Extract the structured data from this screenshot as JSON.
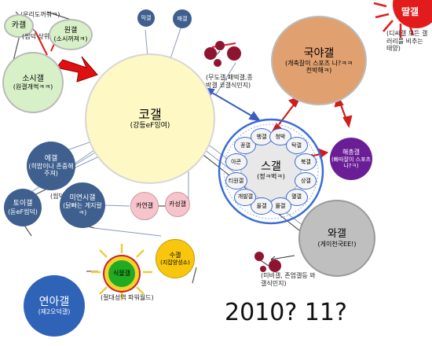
{
  "nodes": {
    "kogal": {
      "name": "코갤",
      "sub": "(강등eF잉여)"
    },
    "gukya": {
      "name": "국야갤",
      "sub": "(개축잘이 스포츠 나?ㅋㅋ 천박해ㅋ)"
    },
    "sgal": {
      "name": "스갤",
      "sub": "(정ㅋ벅ㅋ)"
    },
    "wagal": {
      "name": "와갤",
      "sub": "(게이천국EE!)"
    },
    "yeonagal": {
      "name": "연아갤",
      "sub": "(제2오덕갤)"
    },
    "sosigal": {
      "name": "소시갤",
      "sub": "(원갤개썩ㅋㅋ)"
    },
    "kagal": {
      "name": "카갤"
    },
    "wongal": {
      "name": "원갤",
      "sub": "(소시꺼져ㅋ)"
    },
    "egal": {
      "name": "에갤",
      "sub": "(히밥이나 존중해주져)"
    },
    "toigal": {
      "name": "토이갤",
      "sub": "(돋eF씹덕)"
    },
    "misigal": {
      "name": "미연시갤",
      "sub": "(닭빠는 게지랄ㅋ)"
    },
    "kayeongal": {
      "name": "카연갤"
    },
    "kaseonggal": {
      "name": "카성갤"
    },
    "sugal": {
      "name": "수갤",
      "sub": "(지잡양성소)"
    },
    "sikmulgal": {
      "name": "식물갤"
    },
    "haechongal": {
      "name": "해총갤",
      "sub": "(빠따잘이 스포츠나?ㅋ)"
    },
    "makgal": {
      "name": "막갤"
    },
    "paegal": {
      "name": "패갤"
    }
  },
  "subnodes": [
    "꽁갤",
    "뱅갤",
    "청박",
    "탁갤",
    "북갤",
    "상갤",
    "멸갤",
    "몰갤",
    "올갤",
    "개발갤",
    "티원갤",
    "아콘"
  ],
  "notes": {
    "top_left": "(우리도꺼줘ㅋ)",
    "ssipdeok1": "(씹덕 상위일체)",
    "ssipdeok2": "(씹덕 상위일체)",
    "mudong": "(무도갤,패떡갤,종박갤 코갤식민지)",
    "dissi": "(디씨갤 모든 갤러리를 비추는 태양)",
    "mibigal": "(미비갤, 존엄갤등 와갤식민지)",
    "jeoldae": "(절대성역 파워월드)",
    "sun_label": "딸갤",
    "year": "2010? 11?"
  },
  "colors": {
    "pink_border": "#d8d8d8",
    "orange": "#e0a070",
    "purple": "#6a1e96",
    "dark_blue": "#3f5f8e",
    "yeona_blue": "#2f63b8",
    "gray": "#bfbfbf",
    "red": "#e21c1c",
    "maroon": "#8f1430"
  }
}
